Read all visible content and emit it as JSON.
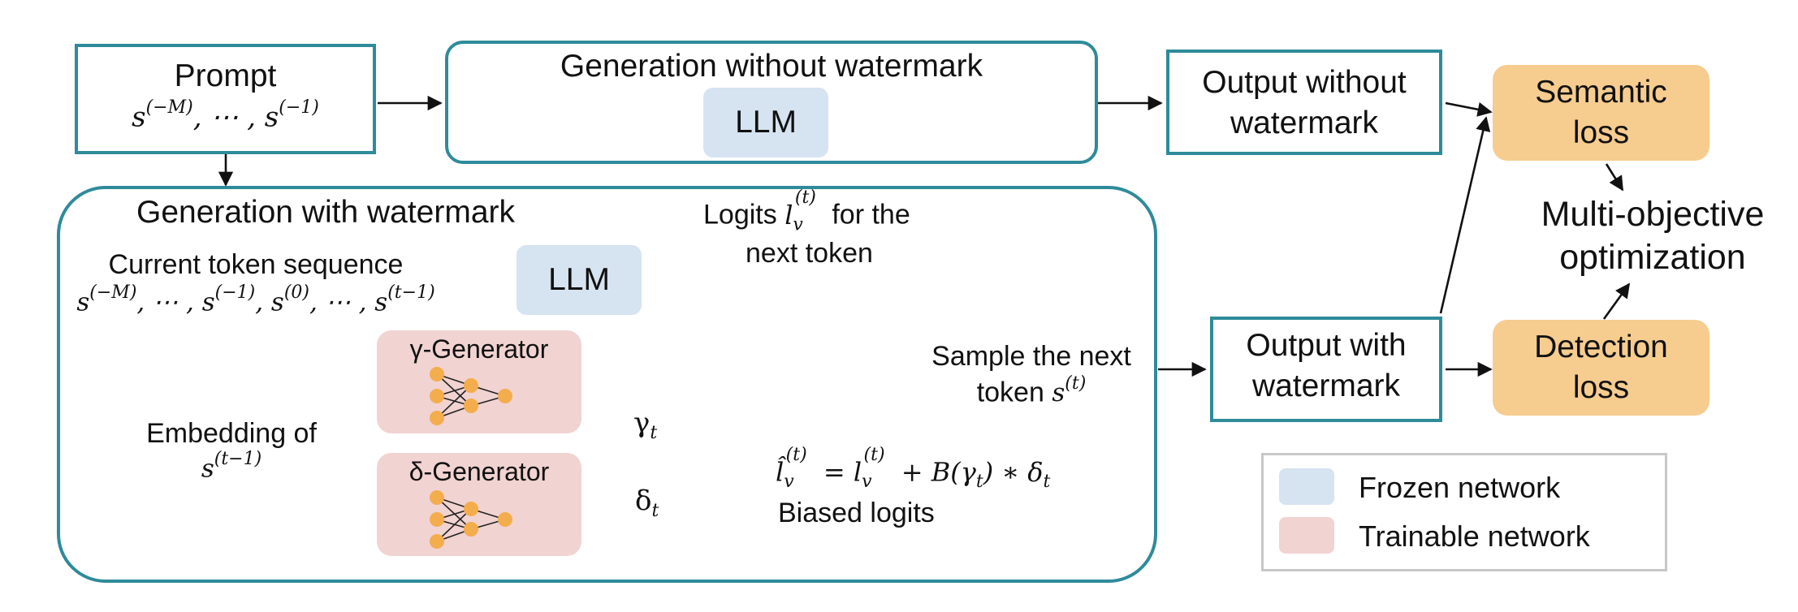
{
  "prompt": {
    "title": "Prompt",
    "tokens": "s^(−M), ⋯ , s^(−1)"
  },
  "generation_without_watermark": {
    "title": "Generation without watermark",
    "llm": "LLM"
  },
  "output_without_watermark": {
    "line1": "Output without",
    "line2": "watermark"
  },
  "generation_with_watermark": {
    "title": "Generation with watermark",
    "current_sequence_label": "Current token sequence",
    "llm": "LLM",
    "logits_label_pre": "Logits",
    "logits_label_post": "for the",
    "logits_label_line2": "next token",
    "embedding_line1": "Embedding of",
    "gamma_generator": "γ-Generator",
    "delta_generator": "δ-Generator",
    "gamma_symbol": "γ",
    "delta_symbol": "δ",
    "sample_line1": "Sample the next",
    "sample_line2": "token",
    "biased_logits": "Biased logits"
  },
  "output_with_watermark": {
    "line1": "Output with",
    "line2": "watermark"
  },
  "semantic_loss": {
    "line1": "Semantic",
    "line2": "loss"
  },
  "detection_loss": {
    "line1": "Detection",
    "line2": "loss"
  },
  "multi_objective": {
    "line1": "Multi-objective",
    "line2": "optimization"
  },
  "legend": {
    "items": [
      {
        "label": "Frozen network",
        "color": "#d6e3f1"
      },
      {
        "label": "Trainable network",
        "color": "#f1d3d1"
      }
    ]
  },
  "colors": {
    "teal_border": "#2e8b9a",
    "frozen": "#d6e3f1",
    "trainable": "#f1d3d1",
    "loss": "#f7cc8f",
    "node": "#f4ad4d",
    "logit_shades": [
      "#a9c4ef",
      "#2f62d6",
      "#a9c4ef",
      "#ffffff"
    ]
  }
}
